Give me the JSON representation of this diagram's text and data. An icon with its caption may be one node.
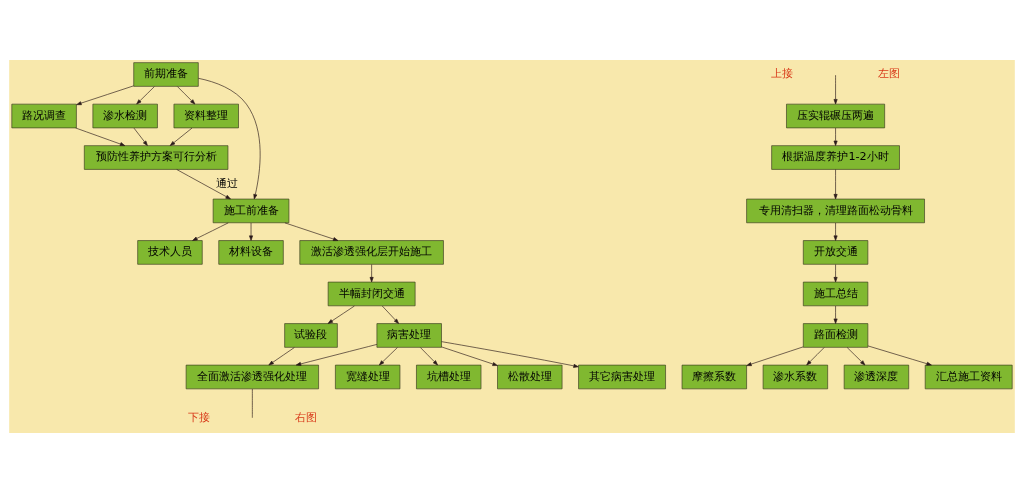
{
  "diagram": {
    "nodes": [
      {
        "text": [
          "前期准备"
        ]
      },
      {
        "text": [
          "路况调查"
        ]
      },
      {
        "text": [
          "渗水检测"
        ]
      },
      {
        "text": [
          "资料整理"
        ]
      },
      {
        "text": [
          "预防性养护方案可行分析"
        ]
      },
      {
        "text": [
          "施工前准备"
        ]
      },
      {
        "text": [
          "技术人员"
        ]
      },
      {
        "text": [
          "材料设备"
        ]
      },
      {
        "text": [
          "激活渗透强化层开始施工"
        ]
      },
      {
        "text": [
          "半幅封闭交通"
        ]
      },
      {
        "text": [
          "试验段"
        ]
      },
      {
        "text": [
          "病害处理"
        ]
      },
      {
        "text": [
          "宽缝处理"
        ]
      },
      {
        "text": [
          "坑槽处理"
        ]
      },
      {
        "text": [
          "松散处理"
        ]
      },
      {
        "text": [
          "其它病害处理"
        ]
      },
      {
        "text": [
          "全面激活渗透强化处理"
        ]
      },
      {
        "text": [
          "压实辊碾压两遍"
        ]
      },
      {
        "text": [
          "根据温度养护1-2小时"
        ]
      },
      {
        "text": [
          "专用清扫器，清理路面松动骨料"
        ]
      },
      {
        "text": [
          "开放交通"
        ]
      },
      {
        "text": [
          "施工总结"
        ]
      },
      {
        "text": [
          "路面检测"
        ]
      },
      {
        "text": [
          "摩擦系数"
        ]
      },
      {
        "text": [
          "渗水系数"
        ]
      },
      {
        "text": [
          "渗透深度"
        ]
      },
      {
        "text": [
          "汇总施工资料"
        ]
      }
    ],
    "edges": [
      {
        "from": 0,
        "to": 1,
        "arrow": "to"
      },
      {
        "from": 0,
        "to": 2,
        "arrow": "to"
      },
      {
        "from": 0,
        "to": 3,
        "arrow": "to"
      },
      {
        "from": 1,
        "to": 4,
        "arrow": "to"
      },
      {
        "from": 2,
        "to": 4,
        "arrow": "to"
      },
      {
        "from": 3,
        "to": 4,
        "arrow": "to"
      },
      {
        "from": 4,
        "to": 5,
        "arrow": "to",
        "label": "通过"
      },
      {
        "from": 0,
        "to": 5,
        "arrow": "to"
      },
      {
        "from": 5,
        "to": 6,
        "arrow": "to"
      },
      {
        "from": 5,
        "to": 7,
        "arrow": "to"
      },
      {
        "from": 5,
        "to": 8,
        "arrow": "to"
      },
      {
        "from": 8,
        "to": 9,
        "arrow": "to"
      },
      {
        "from": 9,
        "to": 10,
        "arrow": "to"
      },
      {
        "from": 9,
        "to": 11,
        "arrow": "to"
      },
      {
        "from": 11,
        "to": 12,
        "arrow": "to"
      },
      {
        "from": 11,
        "to": 13,
        "arrow": "to"
      },
      {
        "from": 11,
        "to": 14,
        "arrow": "to"
      },
      {
        "from": 11,
        "to": 15,
        "arrow": "to"
      },
      {
        "from": 10,
        "to": 16,
        "arrow": "to"
      },
      {
        "from": 11,
        "to": 16,
        "arrow": "to"
      },
      {
        "from": 16,
        "to": null,
        "arrow": "none"
      },
      {
        "from": null,
        "to": 17,
        "arrow": "to"
      },
      {
        "from": 17,
        "to": 18,
        "arrow": "to"
      },
      {
        "from": 18,
        "to": 19,
        "arrow": "to"
      },
      {
        "from": 19,
        "to": 20,
        "arrow": "to"
      },
      {
        "from": 20,
        "to": 21,
        "arrow": "to"
      },
      {
        "from": 21,
        "to": 22,
        "arrow": "to"
      },
      {
        "from": 22,
        "to": 23,
        "arrow": "to"
      },
      {
        "from": 22,
        "to": 24,
        "arrow": "to"
      },
      {
        "from": 22,
        "to": 25,
        "arrow": "to"
      },
      {
        "from": 22,
        "to": 26,
        "arrow": "to"
      }
    ],
    "labels": [
      "下接",
      "右图",
      "上接",
      "左图"
    ]
  }
}
